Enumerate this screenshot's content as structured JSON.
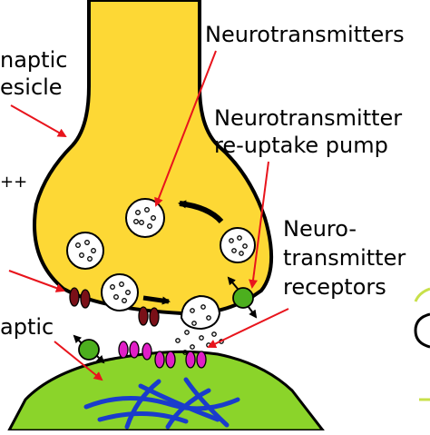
{
  "labels": {
    "synaptic_vesicle_line1": "naptic",
    "synaptic_vesicle_line2": "esicle",
    "neurotransmitters": "Neurotransmitters",
    "reuptake_line1": "Neurotransmitter",
    "reuptake_line2": "re-uptake pump",
    "receptors_line1": "Neuro-",
    "receptors_line2": "transmitter",
    "receptors_line3": "receptors",
    "synaptic_cleft_fragment": "aptic",
    "ion_fragment": "++"
  },
  "colors": {
    "presynaptic_terminal": "#fdd835",
    "postsynaptic_cell": "#8bd42a",
    "vesicle": "#ffffff",
    "arrow_red": "#e8141c",
    "pump": "#4caf1e",
    "channel": "#7a1018",
    "receptor": "#e01fc6",
    "cytoskeleton": "#1a3ccc",
    "outline": "#000000"
  },
  "icons": {
    "vesicle": "vesicle-circle-icon",
    "pump": "green-ellipse-icon",
    "channel": "dark-red-ellipse-icon",
    "receptor": "magenta-ellipse-icon"
  }
}
